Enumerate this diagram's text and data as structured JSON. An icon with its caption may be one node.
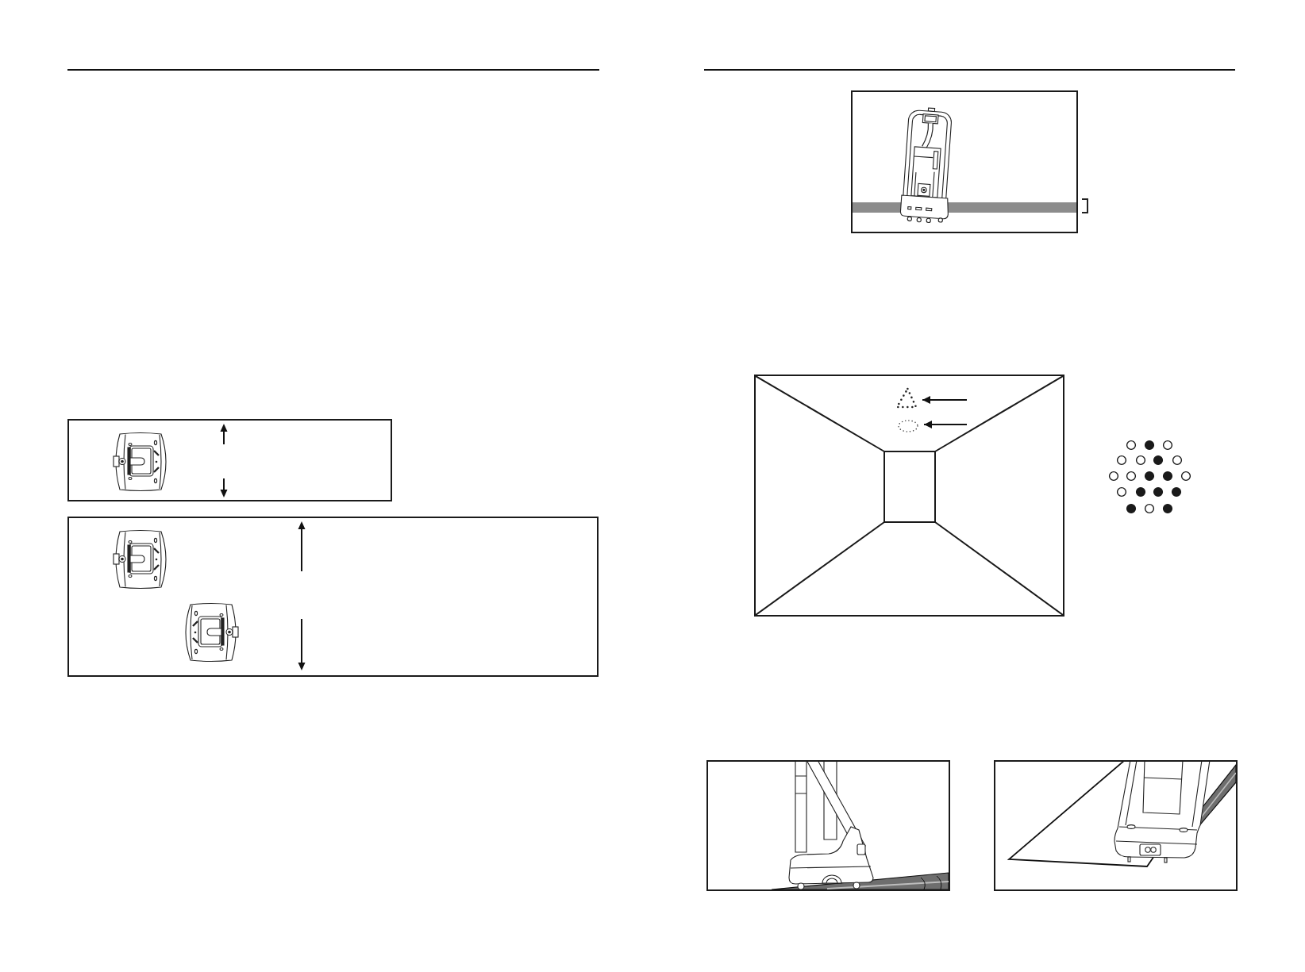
{
  "diagram": {
    "nodes": [
      {
        "text": [],
        "shape": "box"
      },
      {
        "text": [],
        "shape": "box"
      },
      {
        "text": [],
        "shape": "box"
      },
      {
        "text": [],
        "shape": "box"
      },
      {
        "text": [],
        "shape": "triangle",
        "in": 3
      },
      {
        "text": [],
        "shape": "circle",
        "in": 3
      },
      {
        "text": [],
        "shape": "box"
      },
      {
        "text": [],
        "shape": "box"
      }
    ],
    "edges": [
      {
        "from": null,
        "to": 4,
        "arrow": "to"
      },
      {
        "from": null,
        "to": 5,
        "arrow": "to"
      }
    ]
  }
}
